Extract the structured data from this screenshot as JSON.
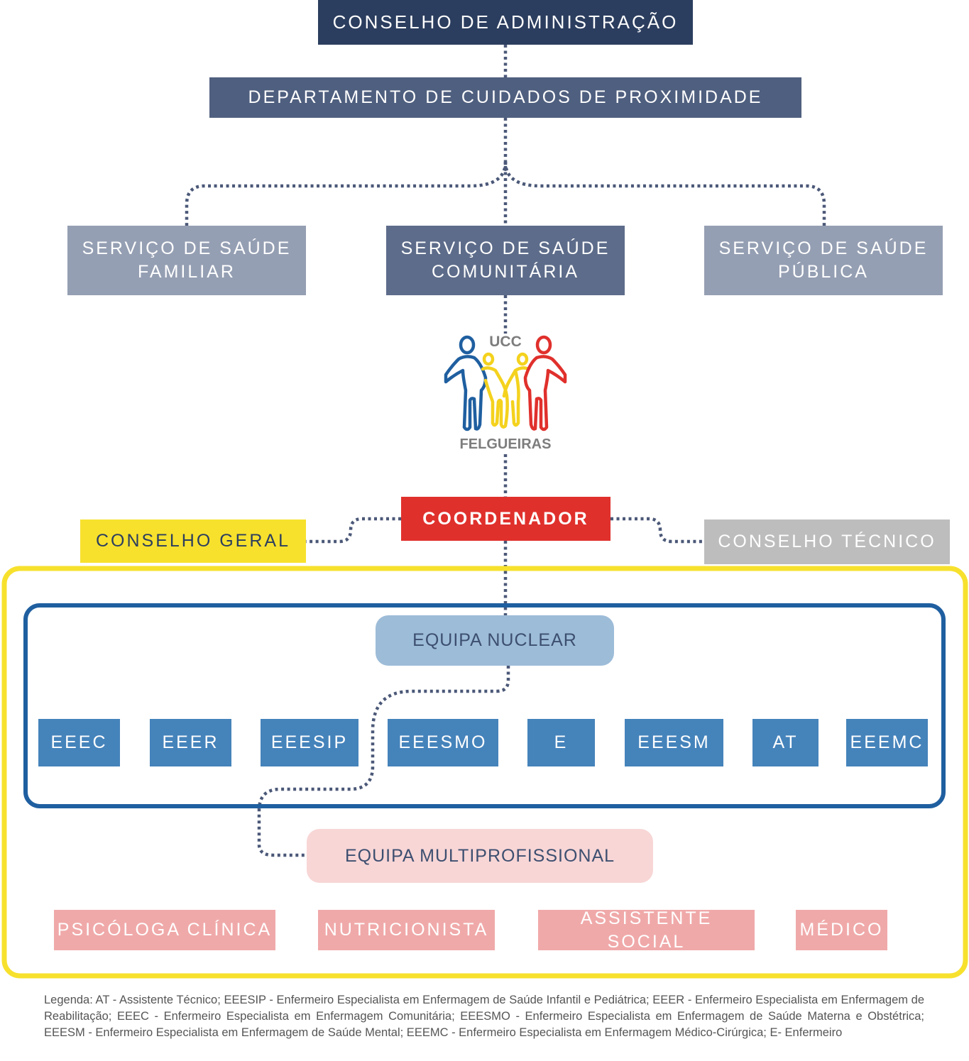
{
  "board": "CONSELHO DE ADMINISTRAÇÃO",
  "department": "DEPARTAMENTO DE CUIDADOS DE PROXIMIDADE",
  "services": {
    "familiar": [
      "SERVIÇO DE SAÚDE",
      "FAMILIAR"
    ],
    "comunitaria": [
      "SERVIÇO DE SAÚDE",
      "COMUNITÁRIA"
    ],
    "publica": [
      "SERVIÇO DE SAÚDE",
      "PÚBLICA"
    ]
  },
  "logo": {
    "top_text": "UCC",
    "bottom_text": "FELGUEIRAS"
  },
  "coordinator": "COORDENADOR",
  "general_council": "CONSELHO GERAL",
  "technical_council": "CONSELHO TÉCNICO",
  "nuclear_team": {
    "title": "EQUIPA NUCLEAR",
    "members": [
      "EEEC",
      "EEER",
      "EEESIP",
      "EEESMO",
      "E",
      "EEESM",
      "AT",
      "EEEMC"
    ]
  },
  "multi_team": {
    "title": "EQUIPA MULTIPROFISSIONAL",
    "members": [
      "PSICÓLOGA CLÍNICA",
      "NUTRICIONISTA",
      "ASSISTENTE SOCIAL",
      "MÉDICO"
    ]
  },
  "legend": "Legenda: AT - Assistente Técnico; EEESIP - Enfermeiro Especialista em Enfermagem de Saúde Infantil e Pediátrica; EEER - Enfermeiro Especialista em Enfermagem de Reabilitação; EEEC - Enfermeiro Especialista em Enfermagem Comunitária; EEESMO - Enfermeiro Especialista em Enfermagem de Saúde Materna e Obstétrica; EEESM - Enfermeiro Especialista em Enfermagem de Saúde Mental; EEEMC - Enfermeiro Especialista em Enfermagem Médico-Cirúrgica; E- Enfermeiro",
  "colors": {
    "connector": "#4b5878",
    "dark_navy": "#2c3e5f",
    "slate": "#5d6c8a",
    "grey_blue": "#959fb3",
    "coordinator_red": "#e0302c",
    "council_yellow": "#f7e12d",
    "council_grey": "#bdbdbd",
    "frame_yellow": "#f7e12d",
    "frame_blue": "#1f5fa0",
    "nuclear_pill": "#9dbcd8",
    "member_blue": "#4583bb",
    "multi_pill": "#f8d6d6",
    "member_pink": "#f0a9a9"
  }
}
